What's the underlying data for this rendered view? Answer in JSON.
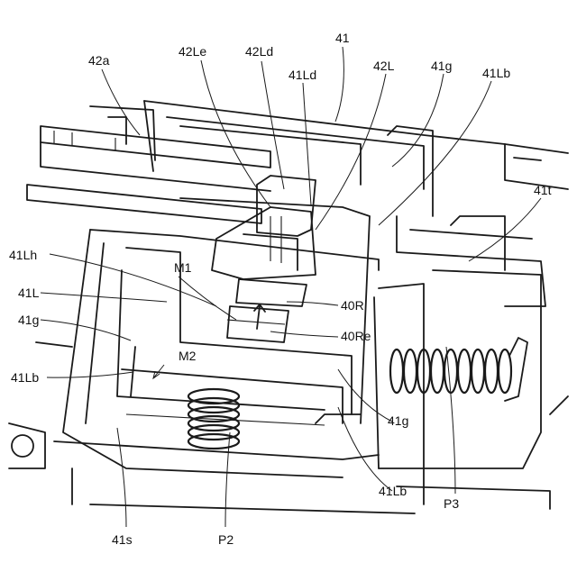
{
  "labels": {
    "l41": "41",
    "l42a": "42a",
    "l42Le": "42Le",
    "l42Ld": "42Ld",
    "l41Ld": "41Ld",
    "l42L": "42L",
    "l41g_top": "41g",
    "l41Lb_top": "41Lb",
    "l41t": "41t",
    "l41Lh": "41Lh",
    "l41L": "41L",
    "l41g_left": "41g",
    "l41Lb_left": "41Lb",
    "lM1": "M1",
    "lM2": "M2",
    "l40R": "40R",
    "l40Re": "40Re",
    "l41g_right": "41g",
    "l41Lb_bottom": "41Lb",
    "l41s": "41s",
    "lP2": "P2",
    "lP3": "P3"
  }
}
